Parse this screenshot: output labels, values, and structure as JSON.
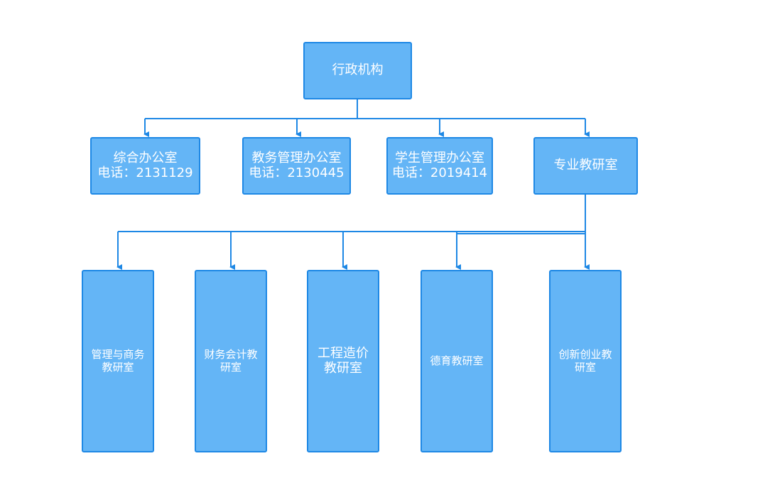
{
  "colors": {
    "node_fill": "#64b5f6",
    "node_border": "#1e88e5",
    "connector": "#1e88e5",
    "text": "#ffffff"
  },
  "root": {
    "label": "行政机构"
  },
  "level2": [
    {
      "id": "zonghe",
      "line1": "综合办公室",
      "line2": "电话：2131129"
    },
    {
      "id": "jiaowu",
      "line1": "教务管理办公室",
      "line2": "电话：2130445"
    },
    {
      "id": "xuesheng",
      "line1": "学生管理办公室",
      "line2": "电话：2019414"
    },
    {
      "id": "zhuanye",
      "line1": "专业教研室",
      "line2": ""
    }
  ],
  "level3": [
    {
      "id": "guanli",
      "label": "管理与商务教研室"
    },
    {
      "id": "caiwu",
      "label": "财务会计教研室"
    },
    {
      "id": "gongcheng",
      "label": "工程造价教研室"
    },
    {
      "id": "deyu",
      "label": "德育教研室"
    },
    {
      "id": "chuangxin",
      "label": "创新创业教研室"
    }
  ]
}
